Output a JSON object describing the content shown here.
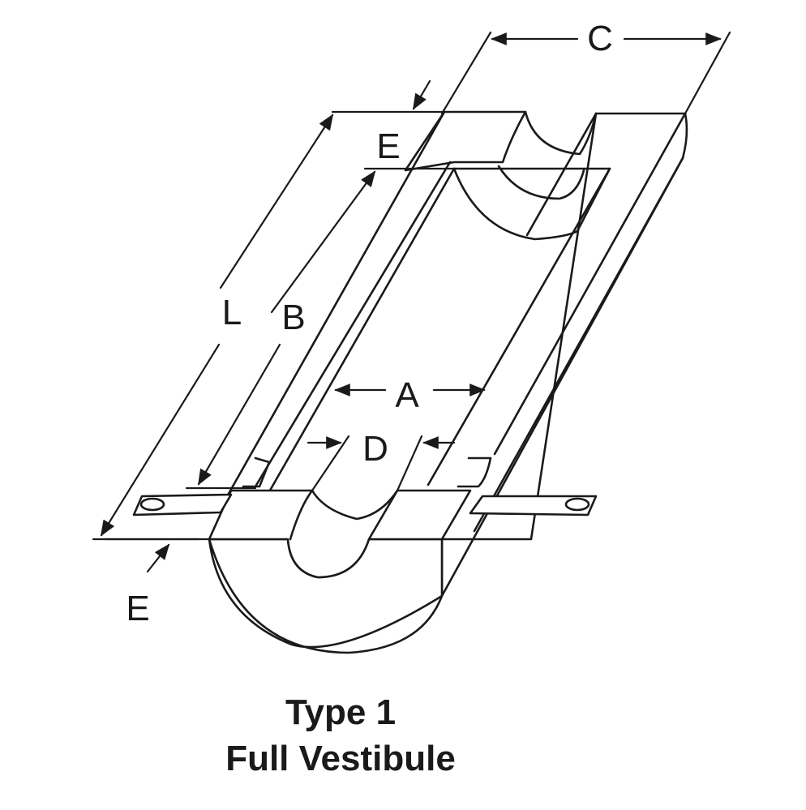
{
  "dimensions": {
    "C": "C",
    "E_top": "E",
    "L": "L",
    "B": "B",
    "A": "A",
    "D": "D",
    "E_bottom": "E"
  },
  "caption": {
    "line1": "Type 1",
    "line2": "Full Vestibule"
  },
  "colors": {
    "stroke": "#1a1a1a",
    "background": "#ffffff"
  }
}
